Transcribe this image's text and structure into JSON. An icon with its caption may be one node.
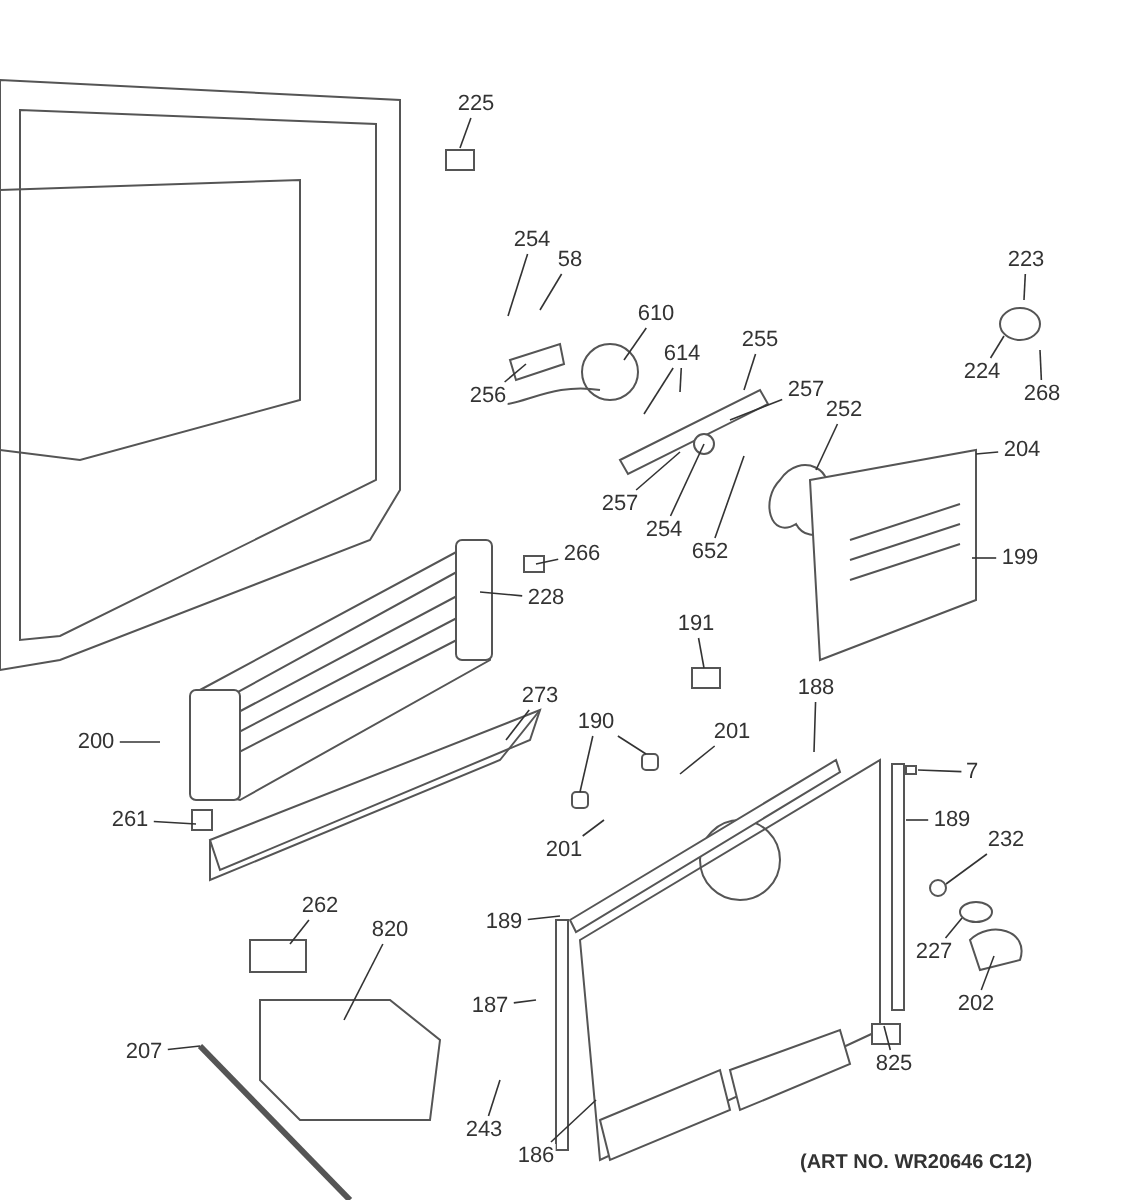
{
  "diagram": {
    "nodes": [
      {
        "text": [
          "225"
        ]
      },
      {
        "text": [
          "254"
        ]
      },
      {
        "text": [
          "58"
        ]
      },
      {
        "text": [
          "610"
        ]
      },
      {
        "text": [
          "614"
        ]
      },
      {
        "text": [
          "255"
        ]
      },
      {
        "text": [
          "257"
        ]
      },
      {
        "text": [
          "223"
        ]
      },
      {
        "text": [
          "256"
        ]
      },
      {
        "text": [
          "224"
        ]
      },
      {
        "text": [
          "268"
        ]
      },
      {
        "text": [
          "252"
        ]
      },
      {
        "text": [
          "204"
        ]
      },
      {
        "text": [
          "257"
        ]
      },
      {
        "text": [
          "254"
        ]
      },
      {
        "text": [
          "652"
        ]
      },
      {
        "text": [
          "266"
        ]
      },
      {
        "text": [
          "199"
        ]
      },
      {
        "text": [
          "228"
        ]
      },
      {
        "text": [
          "191"
        ]
      },
      {
        "text": [
          "188"
        ]
      },
      {
        "text": [
          "273"
        ]
      },
      {
        "text": [
          "190"
        ]
      },
      {
        "text": [
          "201"
        ]
      },
      {
        "text": [
          "200"
        ]
      },
      {
        "text": [
          "7"
        ]
      },
      {
        "text": [
          "189"
        ]
      },
      {
        "text": [
          "261"
        ]
      },
      {
        "text": [
          "232"
        ]
      },
      {
        "text": [
          "201"
        ]
      },
      {
        "text": [
          "262"
        ]
      },
      {
        "text": [
          "189"
        ]
      },
      {
        "text": [
          "820"
        ]
      },
      {
        "text": [
          "227"
        ]
      },
      {
        "text": [
          "187"
        ]
      },
      {
        "text": [
          "202"
        ]
      },
      {
        "text": [
          "207"
        ]
      },
      {
        "text": [
          "825"
        ]
      },
      {
        "text": [
          "243"
        ]
      },
      {
        "text": [
          "186"
        ]
      }
    ],
    "edges": [
      {
        "from": 0,
        "to": null,
        "arrow": "none"
      },
      {
        "from": 1,
        "to": null,
        "arrow": "none"
      },
      {
        "from": 2,
        "to": null,
        "arrow": "none"
      },
      {
        "from": 3,
        "to": null,
        "arrow": "none"
      },
      {
        "from": 4,
        "to": null,
        "arrow": "none"
      },
      {
        "from": 4,
        "to": null,
        "arrow": "none"
      },
      {
        "from": 5,
        "to": null,
        "arrow": "none"
      },
      {
        "from": 6,
        "to": null,
        "arrow": "none"
      },
      {
        "from": 7,
        "to": null,
        "arrow": "none"
      },
      {
        "from": 8,
        "to": null,
        "arrow": "none"
      },
      {
        "from": 9,
        "to": null,
        "arrow": "none"
      },
      {
        "from": 10,
        "to": null,
        "arrow": "none"
      },
      {
        "from": 11,
        "to": null,
        "arrow": "none"
      },
      {
        "from": 12,
        "to": null,
        "arrow": "none"
      },
      {
        "from": 13,
        "to": null,
        "arrow": "none"
      },
      {
        "from": 14,
        "to": null,
        "arrow": "none"
      },
      {
        "from": 15,
        "to": null,
        "arrow": "none"
      },
      {
        "from": 16,
        "to": null,
        "arrow": "none"
      },
      {
        "from": 17,
        "to": null,
        "arrow": "none"
      },
      {
        "from": 18,
        "to": null,
        "arrow": "none"
      },
      {
        "from": 19,
        "to": null,
        "arrow": "none"
      },
      {
        "from": 20,
        "to": null,
        "arrow": "none"
      },
      {
        "from": 21,
        "to": null,
        "arrow": "none"
      },
      {
        "from": 22,
        "to": null,
        "arrow": "none"
      },
      {
        "from": 22,
        "to": null,
        "arrow": "none"
      },
      {
        "from": 23,
        "to": null,
        "arrow": "none"
      },
      {
        "from": 24,
        "to": null,
        "arrow": "none"
      },
      {
        "from": 25,
        "to": null,
        "arrow": "none"
      },
      {
        "from": 26,
        "to": null,
        "arrow": "none"
      },
      {
        "from": 27,
        "to": null,
        "arrow": "none"
      },
      {
        "from": 28,
        "to": null,
        "arrow": "none"
      },
      {
        "from": 29,
        "to": null,
        "arrow": "none"
      },
      {
        "from": 30,
        "to": null,
        "arrow": "none"
      },
      {
        "from": 31,
        "to": null,
        "arrow": "none"
      },
      {
        "from": 32,
        "to": null,
        "arrow": "none"
      },
      {
        "from": 33,
        "to": null,
        "arrow": "none"
      },
      {
        "from": 34,
        "to": null,
        "arrow": "none"
      },
      {
        "from": 35,
        "to": null,
        "arrow": "none"
      },
      {
        "from": 36,
        "to": null,
        "arrow": "none"
      },
      {
        "from": 37,
        "to": null,
        "arrow": "none"
      },
      {
        "from": 38,
        "to": null,
        "arrow": "none"
      },
      {
        "from": 39,
        "to": null,
        "arrow": "none"
      }
    ],
    "labels": [
      "(ART NO. WR20646 C12)"
    ]
  }
}
